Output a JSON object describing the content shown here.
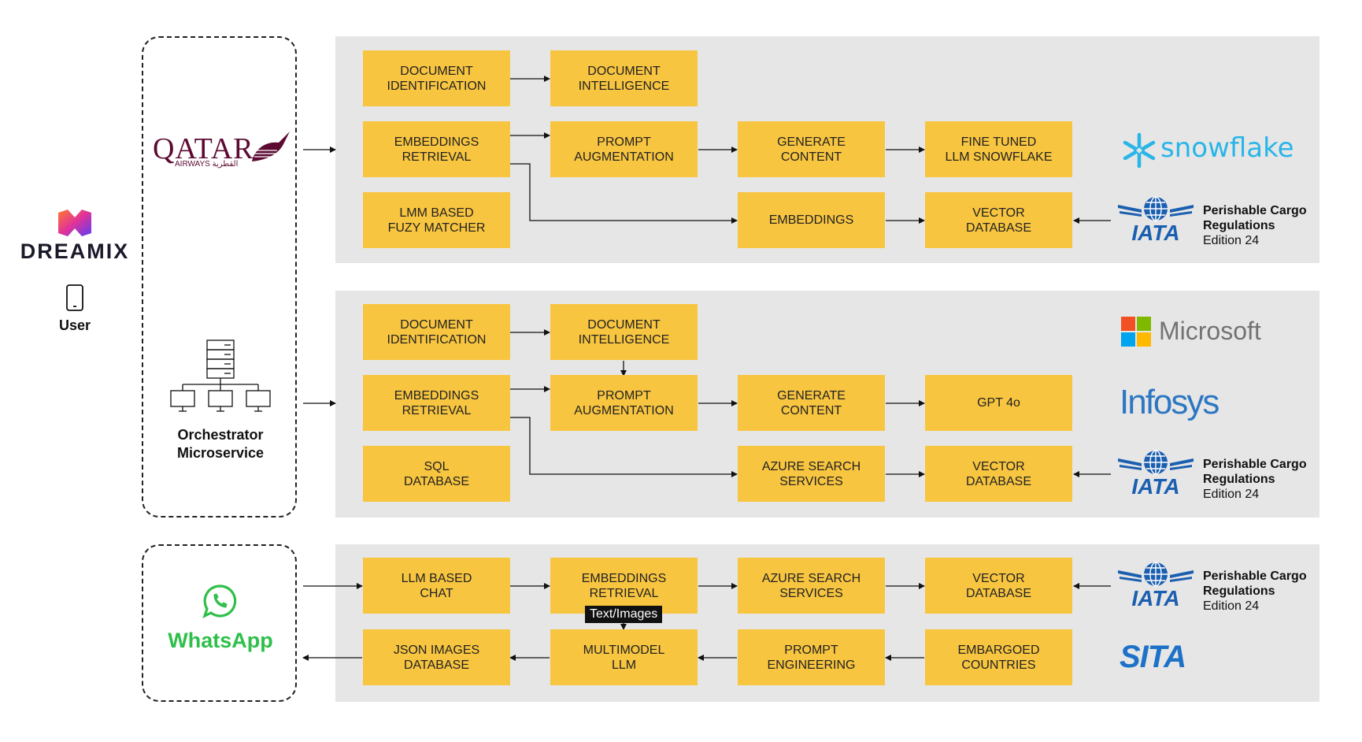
{
  "user": {
    "brand": "DREAMIX",
    "label": "User"
  },
  "logos": {
    "qatar_main": "QATAR",
    "qatar_sub": "AIRWAYS القطرية",
    "snowflake": "snowflake",
    "microsoft": "Microsoft",
    "infosys": "Infosys",
    "iata": "IATA",
    "sita": "SITA",
    "whatsapp": "WhatsApp"
  },
  "orchestrator": {
    "line1": "Orchestrator",
    "line2": "Microservice"
  },
  "panel1": {
    "doc_id": [
      "DOCUMENT",
      "IDENTIFICATION"
    ],
    "doc_int": [
      "DOCUMENT",
      "INTELLIGENCE"
    ],
    "emb_ret": [
      "EMBEDDINGS",
      "RETRIEVAL"
    ],
    "prompt_aug": [
      "PROMPT",
      "AUGMENTATION"
    ],
    "gen": [
      "GENERATE",
      "CONTENT"
    ],
    "finetuned": [
      "FINE TUNED",
      "LLM SNOWFLAKE"
    ],
    "lmm": [
      "LMM BASED",
      "FUZY MATCHER"
    ],
    "embeddings": [
      "EMBEDDINGS"
    ],
    "vector": [
      "VECTOR",
      "DATABASE"
    ]
  },
  "panel2": {
    "doc_id": [
      "DOCUMENT",
      "IDENTIFICATION"
    ],
    "doc_int": [
      "DOCUMENT",
      "INTELLIGENCE"
    ],
    "emb_ret": [
      "EMBEDDINGS",
      "RETRIEVAL"
    ],
    "prompt_aug": [
      "PROMPT",
      "AUGMENTATION"
    ],
    "gen": [
      "GENERATE",
      "CONTENT"
    ],
    "gpt": [
      "GPT 4o"
    ],
    "sql": [
      "SQL",
      "DATABASE"
    ],
    "azure": [
      "AZURE SEARCH",
      "SERVICES"
    ],
    "vector": [
      "VECTOR",
      "DATABASE"
    ]
  },
  "panel3": {
    "llm_chat": [
      "LLM BASED",
      "CHAT"
    ],
    "emb_ret": [
      "EMBEDDINGS",
      "RETRIEVAL"
    ],
    "azure": [
      "AZURE SEARCH",
      "SERVICES"
    ],
    "vector": [
      "VECTOR",
      "DATABASE"
    ],
    "json": [
      "JSON IMAGES",
      "DATABASE"
    ],
    "multimodel": [
      "MULTIMODEL",
      "LLM"
    ],
    "prompt_eng": [
      "PROMPT",
      "ENGINEERING"
    ],
    "embargoed": [
      "EMBARGOED",
      "COUNTRIES"
    ],
    "tag": "Text/Images"
  },
  "iata_note": {
    "line1": "Perishable Cargo",
    "line2": "Regulations",
    "line3": "Edition 24"
  },
  "colors": {
    "box": "#f8c540",
    "panel": "#e6e6e6",
    "whatsapp": "#2fbf4a",
    "snowflake": "#29b5e8",
    "iata": "#1b5fb0",
    "qatar": "#5c0a32"
  }
}
